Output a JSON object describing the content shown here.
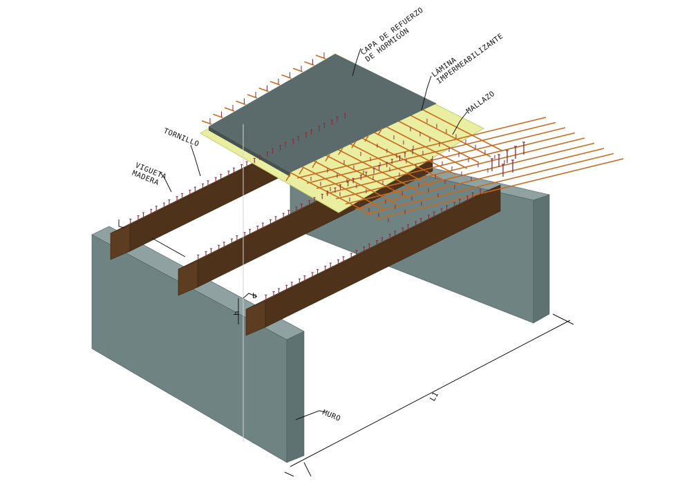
{
  "labels": {
    "capa_line1": "CAPA DE REFUERZO",
    "capa_line2": "DE HORMIGÓN",
    "lamina_line1": "LÁMINA",
    "lamina_line2": "IMPERMEABILIZANTE",
    "mallazo": "MALLAZO",
    "tornillo": "TORNILLO",
    "vigueta_line1": "VIGUETA",
    "vigueta_line2": "MADERA",
    "muro": "MURO"
  },
  "dimensions": {
    "span": "L1",
    "width": "b",
    "height": "h"
  },
  "colors": {
    "wall_front": "#5f7272",
    "wall_side": "#6f8383",
    "wall_top": "#8fa1a1",
    "joist_top": "#6b4a2c",
    "joist_front": "#4e3219",
    "joist_end": "#5d3d21",
    "membrane": "#e9eea0",
    "membrane_edge": "#c7cc70",
    "slab_top": "#5b6a6a",
    "slab_side": "#45524f",
    "rebar": "#c76a1e",
    "screw": "#8a2a3a"
  }
}
